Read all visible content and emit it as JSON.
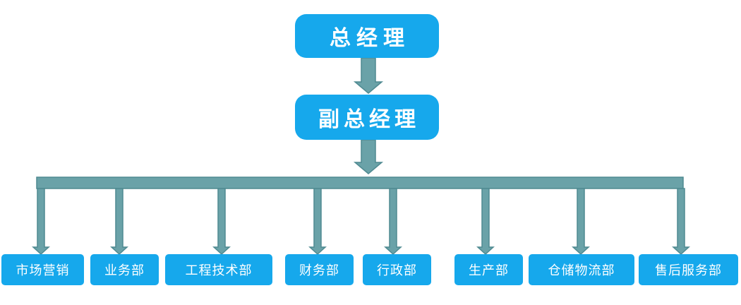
{
  "org_chart": {
    "general_manager": "总经理",
    "deputy_general_manager": "副总经理",
    "departments": [
      "市场营销",
      "业务部",
      "工程技术部",
      "财务部",
      "行政部",
      "生产部",
      "仓储物流部",
      "售后服务部"
    ]
  },
  "colors": {
    "box_fill": "#16a8ec",
    "box_text": "#ffffff",
    "connector_fill": "#6aa2a8",
    "connector_stroke": "#4f8a91"
  }
}
